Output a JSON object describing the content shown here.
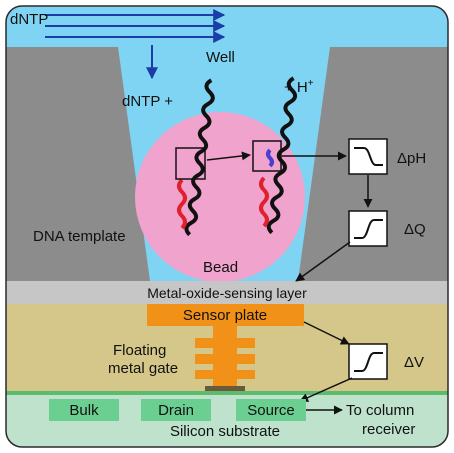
{
  "labels": {
    "dntp_top": "dNTP",
    "well": "Well",
    "dntp_plus": "dNTP +",
    "h_plus": "+ H",
    "h_plus_sup": "+",
    "delta_ph": "ΔpH",
    "delta_q": "ΔQ",
    "dna_template": "DNA template",
    "bead": "Bead",
    "metal_oxide": "Metal-oxide-sensing layer",
    "sensor_plate": "Sensor plate",
    "floating_gate_line1": "Floating",
    "floating_gate_line2": "metal gate",
    "delta_v": "ΔV",
    "bulk": "Bulk",
    "drain": "Drain",
    "source": "Source",
    "to_column_line1": "To column",
    "to_column_line2": "receiver",
    "silicon_substrate": "Silicon substrate"
  },
  "colors": {
    "well_fluid": "#7fd4f3",
    "walls": "#8c8c8c",
    "bead": "#f0a3cc",
    "sensing_layer": "#c6c6c6",
    "transistor_body": "#d5c789",
    "sensor_plate": "#f29118",
    "silicon_substrate": "#bfe2cd",
    "diffusion_regions": "#6ccf92",
    "arrows": "#1c3ca8"
  }
}
